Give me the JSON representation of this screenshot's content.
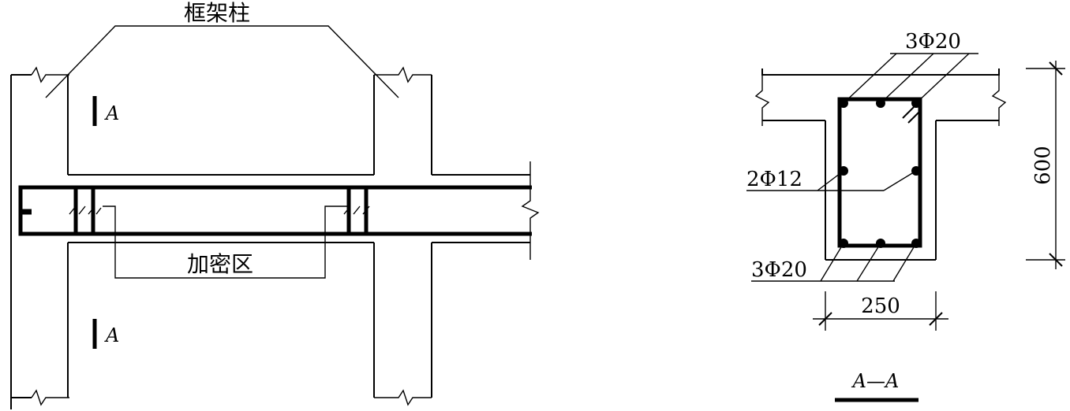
{
  "diagram": {
    "label_column": "框架柱",
    "label_dense_zone": "加密区",
    "section_mark_top": "A",
    "section_mark_bottom": "A",
    "section_title": "A—A",
    "bar_top": "3Φ20",
    "bar_side": "2Φ12",
    "bar_bottom": "3Φ20",
    "dim_width": "250",
    "dim_height": "600"
  }
}
